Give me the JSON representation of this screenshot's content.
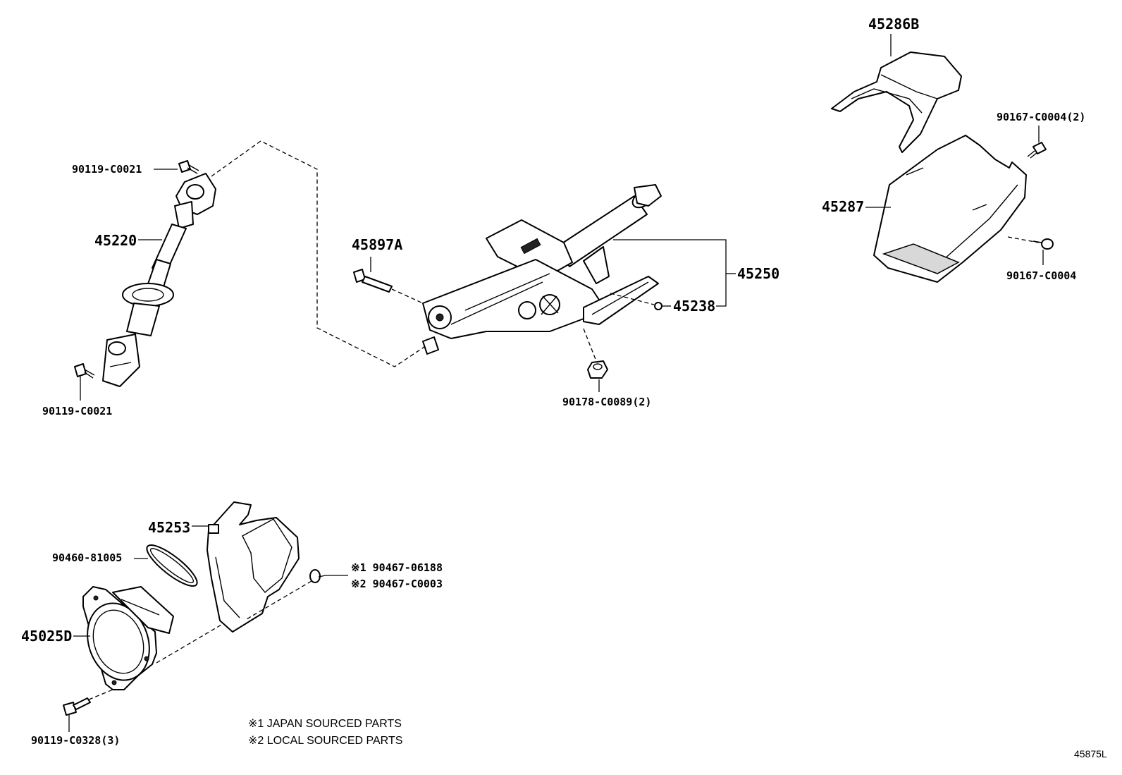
{
  "diagram": {
    "parts": {
      "p45286B": "45286B",
      "p90167_C0004_2": "90167-C0004(2)",
      "p45287": "45287",
      "p90167_C0004": "90167-C0004",
      "p90119_C0021_top": "90119-C0021",
      "p45220": "45220",
      "p90119_C0021_bottom": "90119-C0021",
      "p45897A": "45897A",
      "p45250": "45250",
      "p45238": "45238",
      "p90178_C0089_2": "90178-C0089(2)",
      "p45253": "45253",
      "p90460_81005": "90460-81005",
      "p90467_06188": "※1 90467-06188",
      "p90467_C0003": "※2 90467-C0003",
      "p45025D": "45025D",
      "p90119_C0328_3": "90119-C0328(3)"
    },
    "notes": {
      "japan": "※1 JAPAN SOURCED PARTS",
      "local": "※2 LOCAL SOURCED PARTS"
    },
    "figure_id": "45875L"
  }
}
